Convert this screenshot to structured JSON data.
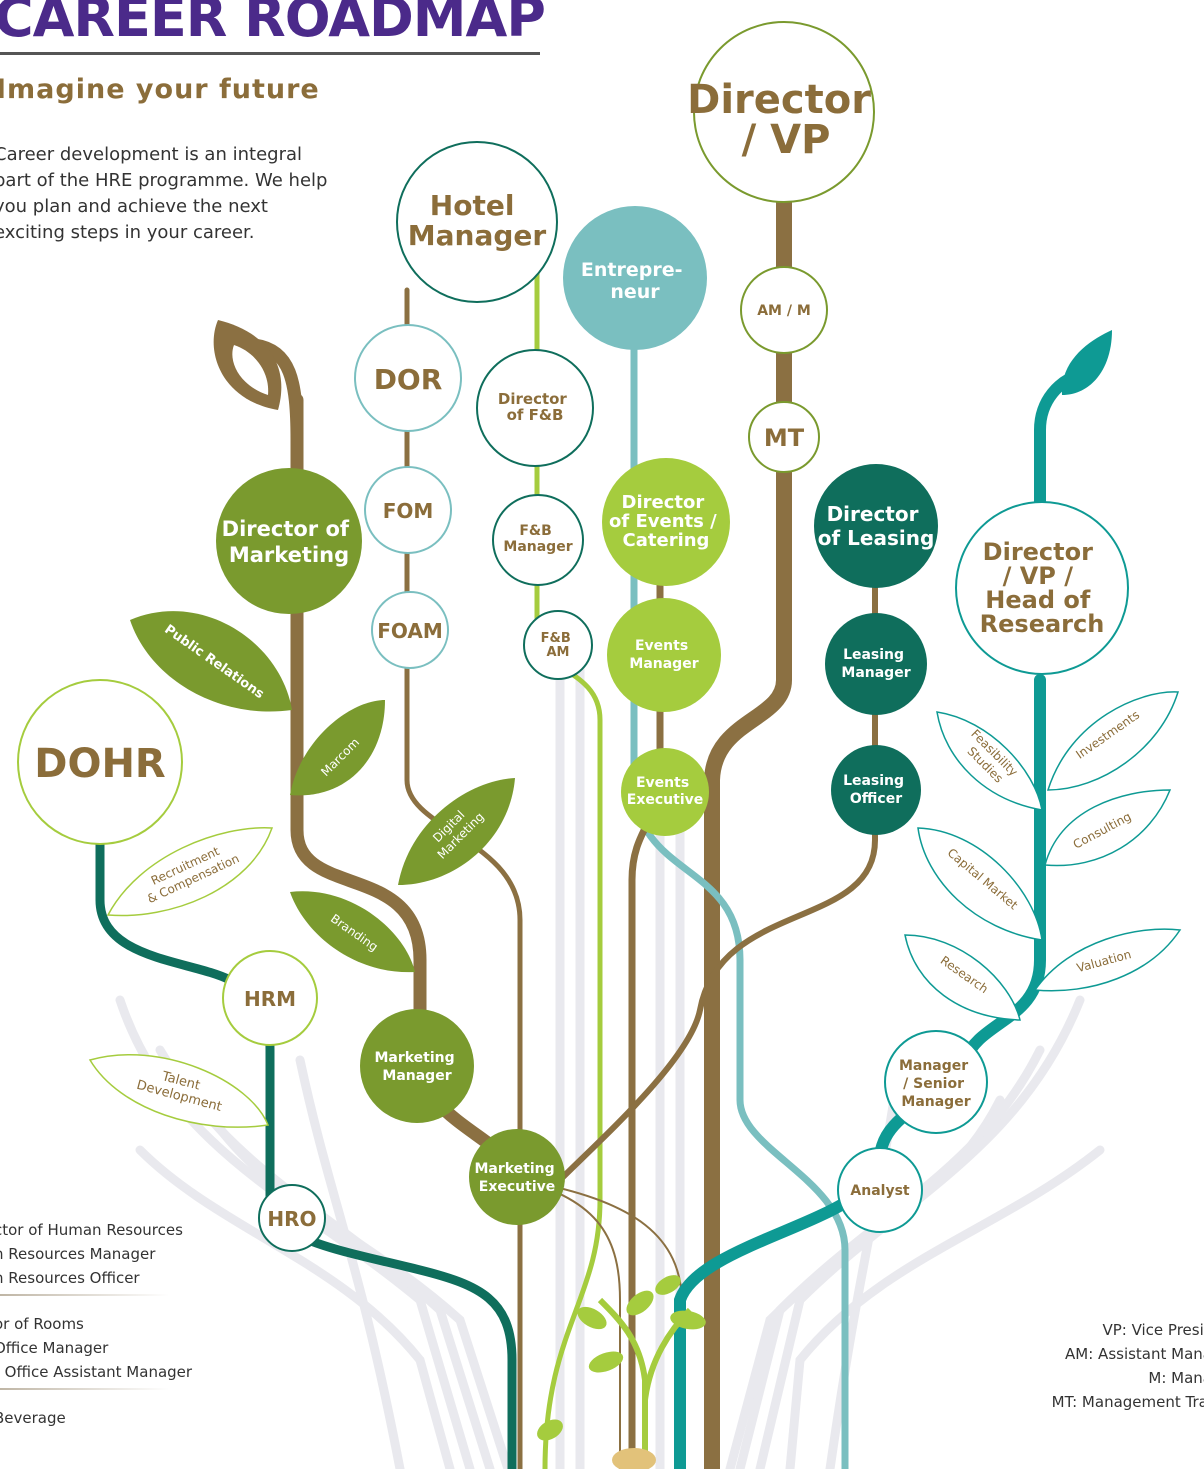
{
  "header": {
    "title": "CAREER ROADMAP",
    "subtitle": "Imagine your future",
    "intro": "Career development is an integral part of the HRE programme. We help you plan and achieve the next exciting steps in your career."
  },
  "colors": {
    "brown": "#8b7042",
    "olive": "#7a9a2e",
    "lime": "#a5cc3e",
    "teal_light": "#7abfc0",
    "teal_dark": "#0f6e5c",
    "teal_bright": "#0e9a94",
    "title_purple": "#4b2a8a",
    "subtitle_brown": "#8b6d3a"
  },
  "nodes": {
    "director_vp": [
      "Director",
      "/ VP"
    ],
    "hotel_manager": [
      "Hotel",
      "Manager"
    ],
    "entrepreneur": [
      "Entrepre-",
      "neur"
    ],
    "am_m": [
      "AM / M"
    ],
    "mt": [
      "MT"
    ],
    "dor": [
      "DOR"
    ],
    "director_fb": [
      "Director",
      "of F&B"
    ],
    "fom": [
      "FOM"
    ],
    "fb_manager": [
      "F&B",
      "Manager"
    ],
    "foam": [
      "FOAM"
    ],
    "fb_am": [
      "F&B",
      "AM"
    ],
    "director_marketing": [
      "Director of",
      "Marketing"
    ],
    "director_events": [
      "Director",
      "of Events /",
      "Catering"
    ],
    "events_manager": [
      "Events",
      "Manager"
    ],
    "events_executive": [
      "Events",
      "Executive"
    ],
    "director_leasing": [
      "Director",
      "of Leasing"
    ],
    "leasing_manager": [
      "Leasing",
      "Manager"
    ],
    "leasing_officer": [
      "Leasing",
      "Officer"
    ],
    "director_research": [
      "Director",
      "/ VP /",
      "Head of",
      "Research"
    ],
    "dohr": [
      "DOHR"
    ],
    "hrm": [
      "HRM"
    ],
    "hro": [
      "HRO"
    ],
    "marketing_manager": [
      "Marketing",
      "Manager"
    ],
    "marketing_executive": [
      "Marketing",
      "Executive"
    ],
    "manager_senior": [
      "Manager",
      "/ Senior",
      "Manager"
    ],
    "analyst": [
      "Analyst"
    ]
  },
  "leaves": {
    "public_relations": "Public Relations",
    "marcom": "Marcom",
    "digital_marketing": [
      "Digital",
      "Marketing"
    ],
    "branding": "Branding",
    "recruitment": [
      "Recruitment",
      "& Compensation"
    ],
    "talent": [
      "Talent",
      "Development"
    ],
    "feasibility": [
      "Feasibility",
      "Studies"
    ],
    "investments": "Investments",
    "consulting": "Consulting",
    "capital_market": "Capital Market",
    "research": "Research",
    "valuation": "Valuation"
  },
  "legend_left": [
    [
      "ctor of Human Resources",
      "n Resources Manager",
      "n Resources Officer"
    ],
    [
      "or of Rooms",
      "Office Manager",
      "t Office Assistant Manager"
    ],
    [
      "Beverage"
    ]
  ],
  "legend_right": [
    "VP: Vice Presic",
    "AM: Assistant Mana",
    "M: Mana",
    "MT: Management Trai"
  ]
}
